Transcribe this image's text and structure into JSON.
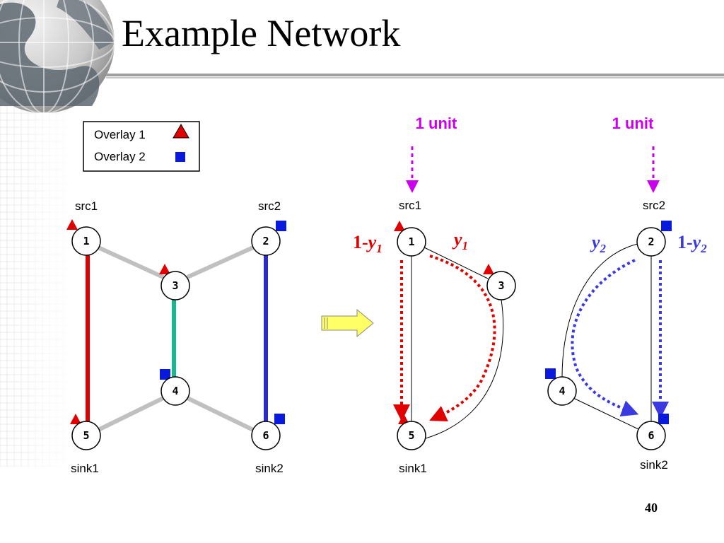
{
  "slide": {
    "title": "Example Network",
    "number": "40"
  },
  "legend": {
    "items": [
      {
        "label": "Overlay 1",
        "marker": "triangle",
        "color": "#e00000"
      },
      {
        "label": "Overlay 2",
        "marker": "square",
        "color": "#0a1adc"
      }
    ]
  },
  "colors": {
    "overlay1": "#e00000",
    "overlay2": "#0a1adc",
    "physical_link": "#c0c0c0",
    "shared_link": "#17b88f",
    "flow_label": "#cc00ee",
    "overlay2_flow": "#3a3ae0",
    "arrow_fill": "#ffff66"
  },
  "left_network": {
    "nodes": [
      {
        "id": "1",
        "caption": "src1"
      },
      {
        "id": "2",
        "caption": "src2"
      },
      {
        "id": "3",
        "caption": ""
      },
      {
        "id": "4",
        "caption": ""
      },
      {
        "id": "5",
        "caption": "sink1"
      },
      {
        "id": "6",
        "caption": "sink2"
      }
    ]
  },
  "overlay1_graph": {
    "nodes": [
      {
        "id": "1",
        "caption": "src1"
      },
      {
        "id": "3",
        "caption": ""
      },
      {
        "id": "5",
        "caption": "sink1"
      }
    ],
    "input_label": "1 unit",
    "flow_labels": {
      "direct_prefix": "1-",
      "direct_var": "y",
      "direct_sub": "1",
      "relay_var": "y",
      "relay_sub": "1"
    }
  },
  "overlay2_graph": {
    "nodes": [
      {
        "id": "2",
        "caption": "src2"
      },
      {
        "id": "4",
        "caption": ""
      },
      {
        "id": "6",
        "caption": "sink2"
      }
    ],
    "input_label": "1 unit",
    "flow_labels": {
      "relay_var": "y",
      "relay_sub": "2",
      "direct_prefix": "1-",
      "direct_var": "y",
      "direct_sub": "2"
    }
  },
  "transition_arrow": {
    "icon": "block-arrow-right-icon"
  }
}
